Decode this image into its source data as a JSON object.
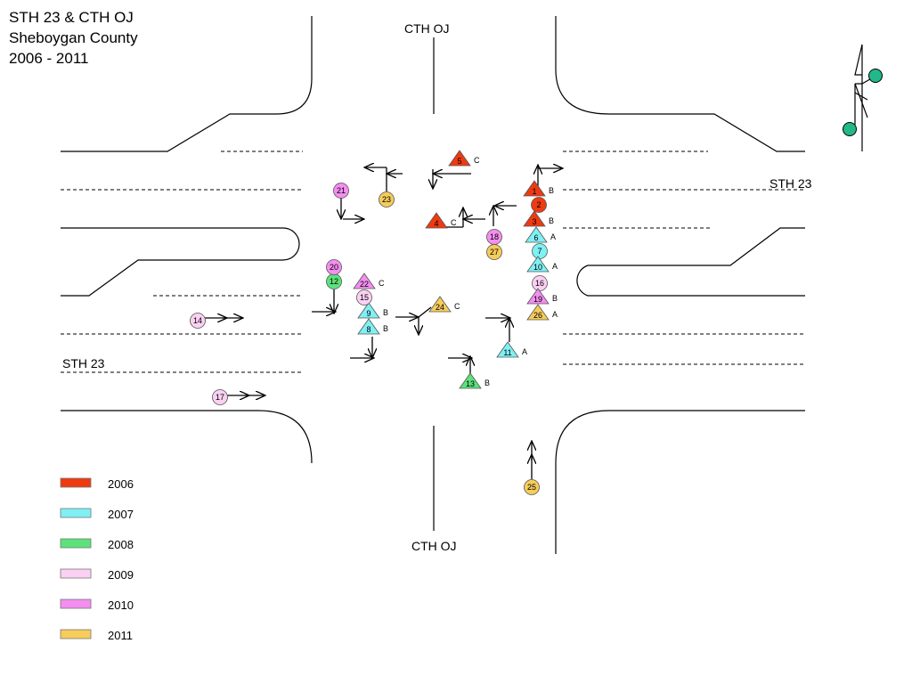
{
  "title": {
    "line1": "STH 23 & CTH OJ",
    "line2": "Sheboygan County",
    "line3": "2006 - 2011"
  },
  "roads": {
    "north": "CTH OJ",
    "south": "CTH OJ",
    "east": "STH 23",
    "west": "STH 23"
  },
  "colors": {
    "2006": "#ee3a12",
    "2007": "#7ff0f4",
    "2008": "#5ce27a",
    "2009": "#fbd0f3",
    "2010": "#f48ef0",
    "2011": "#f6cc5a"
  },
  "legend": [
    {
      "year": "2006",
      "color": "#ee3a12"
    },
    {
      "year": "2007",
      "color": "#7ff0f4"
    },
    {
      "year": "2008",
      "color": "#5ce27a"
    },
    {
      "year": "2009",
      "color": "#fbd0f3"
    },
    {
      "year": "2010",
      "color": "#f48ef0"
    },
    {
      "year": "2011",
      "color": "#f6cc5a"
    }
  ],
  "crashes": [
    {
      "id": "1",
      "shape": "triangle",
      "year": "2006",
      "severity": "B"
    },
    {
      "id": "2",
      "shape": "circle",
      "year": "2006",
      "severity": ""
    },
    {
      "id": "3",
      "shape": "triangle",
      "year": "2006",
      "severity": "B"
    },
    {
      "id": "4",
      "shape": "triangle",
      "year": "2006",
      "severity": "C"
    },
    {
      "id": "5",
      "shape": "triangle",
      "year": "2006",
      "severity": "C"
    },
    {
      "id": "6",
      "shape": "triangle",
      "year": "2007",
      "severity": "A"
    },
    {
      "id": "7",
      "shape": "circle",
      "year": "2007",
      "severity": ""
    },
    {
      "id": "8",
      "shape": "triangle",
      "year": "2007",
      "severity": "B"
    },
    {
      "id": "9",
      "shape": "triangle",
      "year": "2007",
      "severity": "B"
    },
    {
      "id": "10",
      "shape": "triangle",
      "year": "2007",
      "severity": "A"
    },
    {
      "id": "11",
      "shape": "triangle",
      "year": "2007",
      "severity": "A"
    },
    {
      "id": "12",
      "shape": "circle",
      "year": "2008",
      "severity": ""
    },
    {
      "id": "13",
      "shape": "triangle",
      "year": "2008",
      "severity": "B"
    },
    {
      "id": "14",
      "shape": "circle",
      "year": "2009",
      "severity": ""
    },
    {
      "id": "15",
      "shape": "circle",
      "year": "2009",
      "severity": ""
    },
    {
      "id": "16",
      "shape": "circle",
      "year": "2009",
      "severity": ""
    },
    {
      "id": "17",
      "shape": "circle",
      "year": "2009",
      "severity": ""
    },
    {
      "id": "18",
      "shape": "circle",
      "year": "2010",
      "severity": ""
    },
    {
      "id": "19",
      "shape": "triangle",
      "year": "2010",
      "severity": "B"
    },
    {
      "id": "20",
      "shape": "circle",
      "year": "2010",
      "severity": ""
    },
    {
      "id": "21",
      "shape": "circle",
      "year": "2010",
      "severity": ""
    },
    {
      "id": "22",
      "shape": "triangle",
      "year": "2010",
      "severity": "C"
    },
    {
      "id": "23",
      "shape": "circle",
      "year": "2011",
      "severity": ""
    },
    {
      "id": "24",
      "shape": "triangle",
      "year": "2011",
      "severity": "C"
    },
    {
      "id": "25",
      "shape": "circle",
      "year": "2011",
      "severity": ""
    },
    {
      "id": "26",
      "shape": "triangle",
      "year": "2011",
      "severity": "A"
    },
    {
      "id": "27",
      "shape": "circle",
      "year": "2011",
      "severity": ""
    }
  ],
  "icons": {
    "signal": "traffic-signal-icon"
  }
}
